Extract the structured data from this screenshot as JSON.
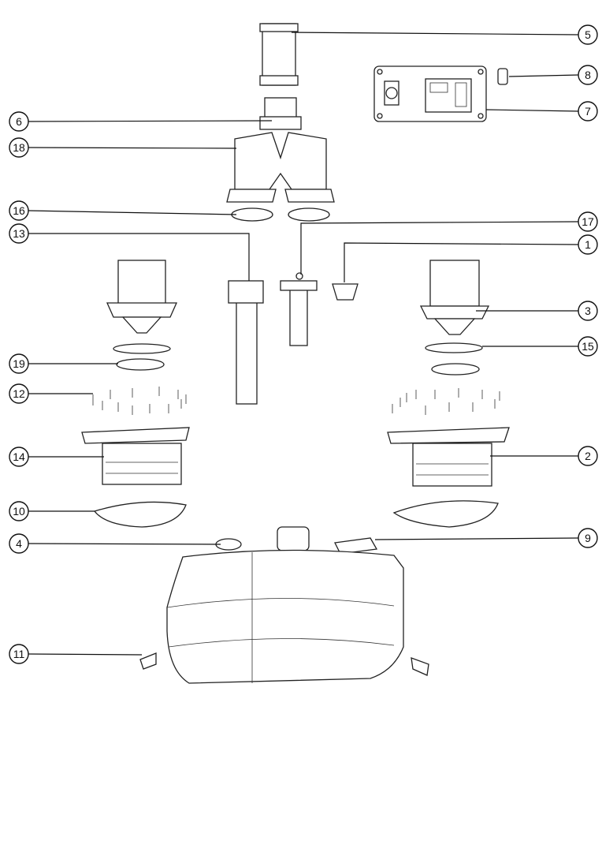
{
  "diagram": {
    "title": "Exploded parts view",
    "callouts": [
      {
        "id": "c5",
        "label": "5"
      },
      {
        "id": "c8",
        "label": "8"
      },
      {
        "id": "c7",
        "label": "7"
      },
      {
        "id": "c6",
        "label": "6"
      },
      {
        "id": "c18",
        "label": "18"
      },
      {
        "id": "c16",
        "label": "16"
      },
      {
        "id": "c13",
        "label": "13"
      },
      {
        "id": "c17",
        "label": "17"
      },
      {
        "id": "c1",
        "label": "1"
      },
      {
        "id": "c3",
        "label": "3"
      },
      {
        "id": "c15",
        "label": "15"
      },
      {
        "id": "c19",
        "label": "19"
      },
      {
        "id": "c12",
        "label": "12"
      },
      {
        "id": "c14",
        "label": "14"
      },
      {
        "id": "c2",
        "label": "2"
      },
      {
        "id": "c10",
        "label": "10"
      },
      {
        "id": "c4",
        "label": "4"
      },
      {
        "id": "c9",
        "label": "9"
      },
      {
        "id": "c11",
        "label": "11"
      }
    ]
  }
}
